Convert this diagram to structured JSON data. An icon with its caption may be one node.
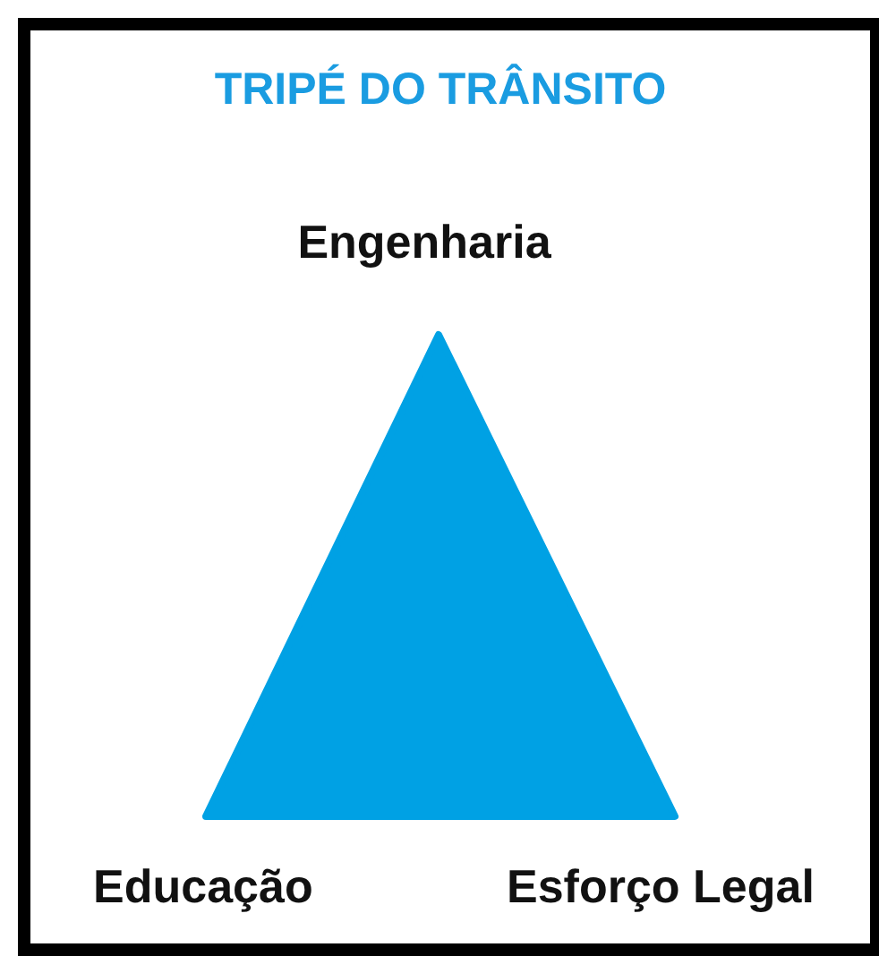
{
  "diagram": {
    "title": "TRIPÉ DO TRÂNSITO",
    "nodes": [
      {
        "text": [],
        "shape": "triangle"
      }
    ],
    "labels": [
      "Engenharia",
      "Educação",
      "Esforço Legal"
    ]
  }
}
